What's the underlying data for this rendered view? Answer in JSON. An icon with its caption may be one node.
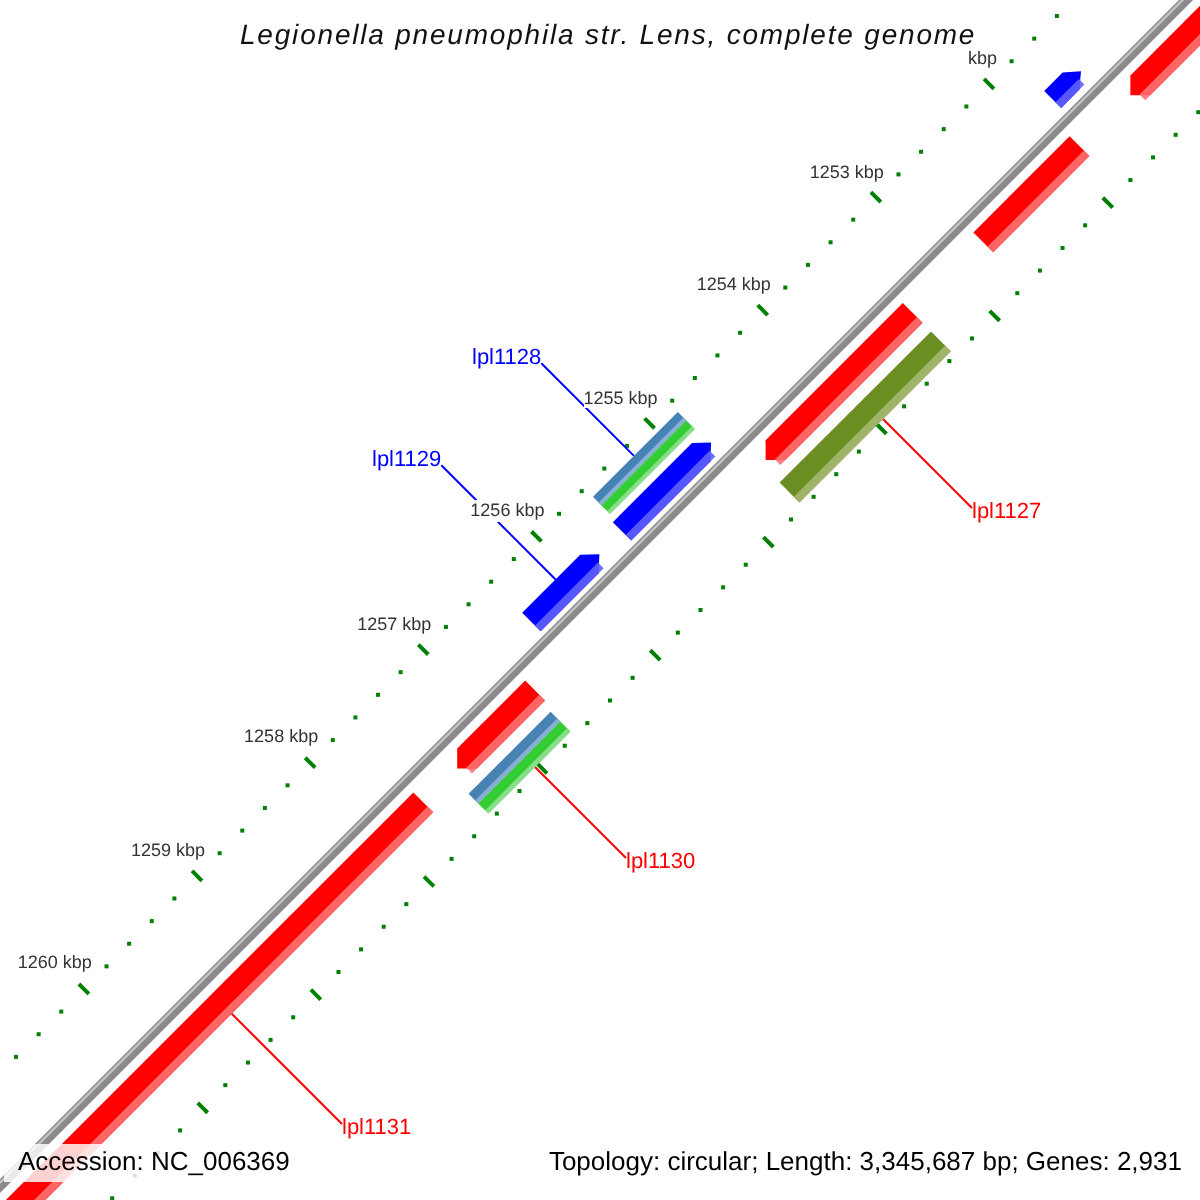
{
  "diagram": {
    "title": "Legionella pneumophila str. Lens, complete genome",
    "nodes": [
      {
        "text": [
          "lpl1128"
        ]
      },
      {
        "text": [
          "lpl1129"
        ]
      },
      {
        "text": [
          "lpl1127"
        ]
      },
      {
        "text": [
          "lpl1130"
        ]
      },
      {
        "text": [
          "lpl1131"
        ]
      },
      {
        "text": [],
        "shape": "bar"
      },
      {
        "text": [],
        "shape": "bar"
      },
      {
        "text": [],
        "shape": "bar"
      },
      {
        "text": [],
        "shape": "bar"
      },
      {
        "text": [],
        "shape": "bar"
      }
    ],
    "edges": [
      {
        "from": 0,
        "to": 5,
        "arrow": "none",
        "color": "#0000ff"
      },
      {
        "from": 1,
        "to": 6,
        "arrow": "none",
        "color": "#0000ff"
      },
      {
        "from": 2,
        "to": 7,
        "arrow": "none"
      },
      {
        "from": 3,
        "to": 8,
        "arrow": "none"
      },
      {
        "from": 4,
        "to": 9,
        "arrow": "none"
      }
    ],
    "labels": [
      "kbp",
      "1253 kbp",
      "1254 kbp",
      "1255 kbp",
      "1256 kbp",
      "1257 kbp",
      "1258 kbp",
      "1259 kbp",
      "1260 kbp",
      "Accession: NC_006369",
      "Topology: circular; Length: 3,345,687 bp; Genes: 2,931"
    ]
  }
}
